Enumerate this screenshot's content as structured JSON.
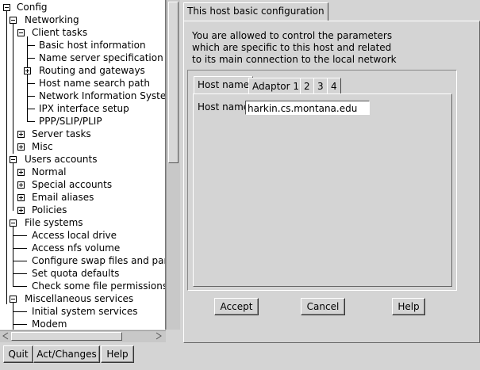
{
  "tree": {
    "items": [
      {
        "label": "Config"
      },
      {
        "label": "Networking"
      },
      {
        "label": "Client tasks"
      },
      {
        "label": "Basic host information"
      },
      {
        "label": "Name server specification (D"
      },
      {
        "label": "Routing and gateways"
      },
      {
        "label": "Host name search path"
      },
      {
        "label": "Network Information System"
      },
      {
        "label": "IPX interface setup"
      },
      {
        "label": "PPP/SLIP/PLIP"
      },
      {
        "label": "Server tasks"
      },
      {
        "label": "Misc"
      },
      {
        "label": "Users accounts"
      },
      {
        "label": "Normal"
      },
      {
        "label": "Special accounts"
      },
      {
        "label": "Email aliases"
      },
      {
        "label": "Policies"
      },
      {
        "label": "File systems"
      },
      {
        "label": "Access local drive"
      },
      {
        "label": "Access nfs volume"
      },
      {
        "label": "Configure swap files and parti"
      },
      {
        "label": "Set quota defaults"
      },
      {
        "label": "Check some file permissions"
      },
      {
        "label": "Miscellaneous services"
      },
      {
        "label": "Initial system services"
      },
      {
        "label": "Modem"
      }
    ]
  },
  "bottom": {
    "quit": "Quit",
    "act_changes": "Act/Changes",
    "help": "Help"
  },
  "main": {
    "tab_label": "This host basic configuration",
    "description": [
      "You are allowed to control the parameters",
      "which are specific to this host and related",
      "to its main connection to the local network"
    ],
    "subtabs": [
      "Host name",
      "Adaptor 1",
      "2",
      "3",
      "4"
    ],
    "hostname_label": "Host name",
    "hostname_value": "harkin.cs.montana.edu",
    "accept": "Accept",
    "cancel": "Cancel",
    "help": "Help"
  }
}
